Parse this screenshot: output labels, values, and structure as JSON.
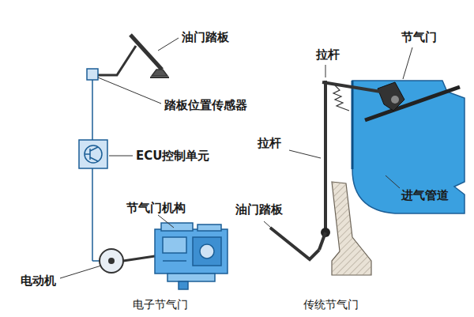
{
  "diagram": {
    "labels": [
      "油门踏板",
      "踏板位置传感器",
      "ECU控制单元",
      "节气门机构",
      "电动机",
      "电子节气门",
      "拉杆",
      "节气门",
      "拉杆",
      "进气管道",
      "油门踏板",
      "传统节气门"
    ]
  }
}
